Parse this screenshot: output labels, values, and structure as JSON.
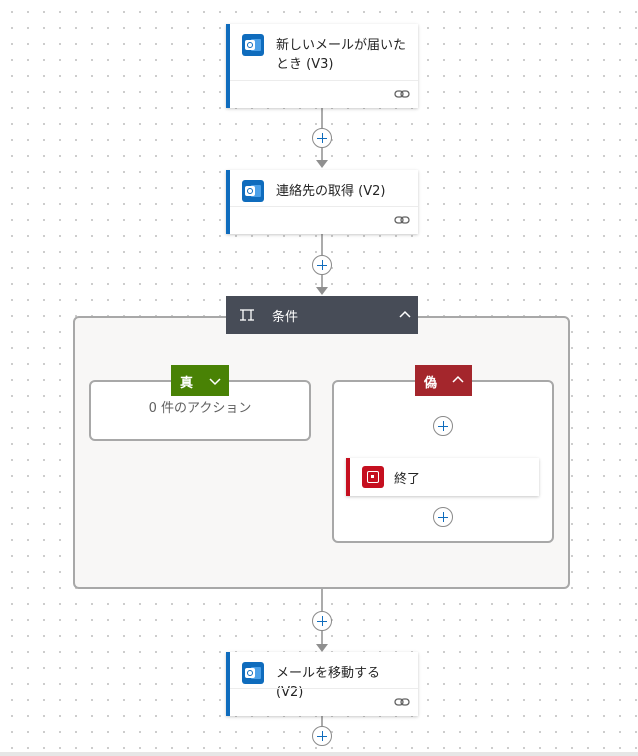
{
  "flow": {
    "trigger": {
      "title": "新しいメールが届いたとき (V3)",
      "app_icon": "outlook-icon",
      "footer_icon": "link-icon"
    },
    "get_contact": {
      "title": "連絡先の取得 (V2)",
      "app_icon": "outlook-icon",
      "footer_icon": "link-icon"
    },
    "condition": {
      "title": "条件",
      "icon": "condition-icon",
      "collapse_icon": "chevron-up-icon",
      "true_branch": {
        "label": "真",
        "toggle_icon": "chevron-down-icon",
        "empty_text": "0 件のアクション",
        "color": "#498205"
      },
      "false_branch": {
        "label": "偽",
        "toggle_icon": "chevron-up-icon",
        "color": "#a4262c",
        "action": {
          "title": "終了",
          "icon": "terminate-icon",
          "accent_color": "#c50f1f"
        }
      }
    },
    "move_email": {
      "title": "メールを移動する (V2)",
      "app_icon": "outlook-icon",
      "footer_icon": "link-icon"
    }
  },
  "colors": {
    "outlook_accent": "#0f6cbd",
    "condition_header": "#474c57",
    "add_button_plus": "#0f6cbd"
  }
}
